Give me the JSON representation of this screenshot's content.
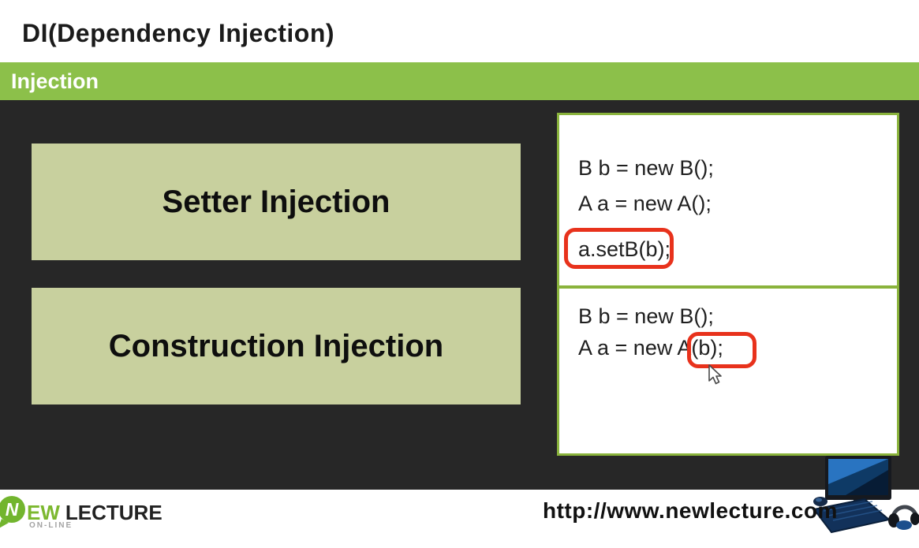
{
  "slide": {
    "title": "DI(Dependency Injection)",
    "section_banner": "Injection"
  },
  "concepts": [
    {
      "label": "Setter Injection"
    },
    {
      "label": "Construction Injection"
    }
  ],
  "code_panels": [
    {
      "lines": [
        "B b = new B();",
        "A a = new A();",
        "a.setB(b);"
      ],
      "highlighted_text": "a.setB(b)"
    },
    {
      "lines": [
        "B b = new B();",
        "A a = new A(b);"
      ],
      "highlighted_text": "A(b);"
    }
  ],
  "footer": {
    "logo": {
      "bubble_letter": "N",
      "word_green": "EW",
      "word_dark": "LECTURE",
      "subtitle": "ON-LINE"
    },
    "website_url": "http://www.newlecture.com"
  },
  "icons": {
    "logo_bubble": "speech-bubble-logo",
    "computer": "desktop-computer-illustration",
    "cursor": "arrow-cursor"
  },
  "colors": {
    "banner_green": "#8cc04a",
    "panel_border_green": "#8ab33c",
    "concept_box_green": "#c8d09e",
    "highlight_red": "#e8321c",
    "stage_dark": "#272727",
    "logo_green": "#72b52e"
  }
}
